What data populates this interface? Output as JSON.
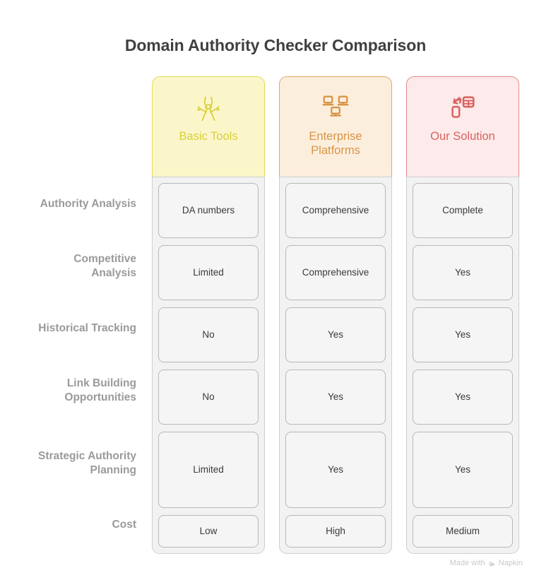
{
  "title": "Domain Authority Checker Comparison",
  "columns": [
    {
      "id": "basic-tools",
      "label": "Basic Tools",
      "icon": "pliers-tool-icon",
      "fill": "#fbf6ca",
      "border": "#e3db54",
      "text": "#d9cf3c"
    },
    {
      "id": "enterprise-platforms",
      "label": "Enterprise Platforms",
      "icon": "networked-computers-icon",
      "fill": "#fceedd",
      "border": "#e0a867",
      "text": "#d99445"
    },
    {
      "id": "our-solution",
      "label": "Our Solution",
      "icon": "mobile-sync-grid-icon",
      "fill": "#fdeaea",
      "border": "#e08a8a",
      "text": "#d9625f"
    }
  ],
  "rows": [
    {
      "label": "Authority Analysis",
      "height": 78,
      "values": [
        "DA numbers",
        "Comprehensive",
        "Complete"
      ]
    },
    {
      "label": "Competitive Analysis",
      "height": 78,
      "values": [
        "Limited",
        "Comprehensive",
        "Yes"
      ]
    },
    {
      "label": "Historical Tracking",
      "height": 78,
      "values": [
        "No",
        "Yes",
        "Yes"
      ]
    },
    {
      "label": "Link Building Opportunities",
      "height": 78,
      "values": [
        "No",
        "Yes",
        "Yes"
      ]
    },
    {
      "label": "Strategic Authority Planning",
      "height": 108,
      "values": [
        "Limited",
        "Yes",
        "Yes"
      ]
    },
    {
      "label": "Cost",
      "height": 46,
      "values": [
        "Low",
        "High",
        "Medium"
      ]
    }
  ],
  "footer": {
    "text_before": "Made with",
    "brand": "Napkin",
    "mark_icon": "napkin-logo-icon"
  }
}
